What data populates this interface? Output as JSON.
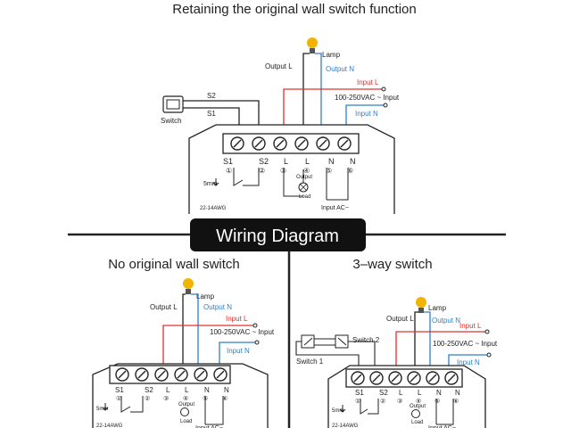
{
  "top_title": "Retaining the original wall switch function",
  "banner": "Wiring Diagram",
  "bottom_left_title": "No original wall switch",
  "bottom_right_title": "3–way switch",
  "labels": {
    "lamp": "Lamp",
    "output_l": "Output L",
    "output_n": "Output N",
    "input_l": "Input L",
    "input_range": "100-250VAC ~ Input",
    "input_n": "Input N",
    "switch": "Switch",
    "switch1": "Switch 1",
    "switch2": "Switch 2",
    "s1": "S1",
    "s2": "S2",
    "l": "L",
    "n": "N",
    "output": "Output",
    "load": "Load",
    "input_ac": "Input AC~",
    "strip": "5mm",
    "awg": "22-14AWG",
    "n1": "①",
    "n2": "②",
    "n3": "③",
    "n4": "④",
    "n5": "⑤",
    "n6": "⑥"
  },
  "colors": {
    "line": "#e03030",
    "neutral": "#2f7fc6",
    "black": "#222222",
    "bulb": "#f2b400"
  }
}
